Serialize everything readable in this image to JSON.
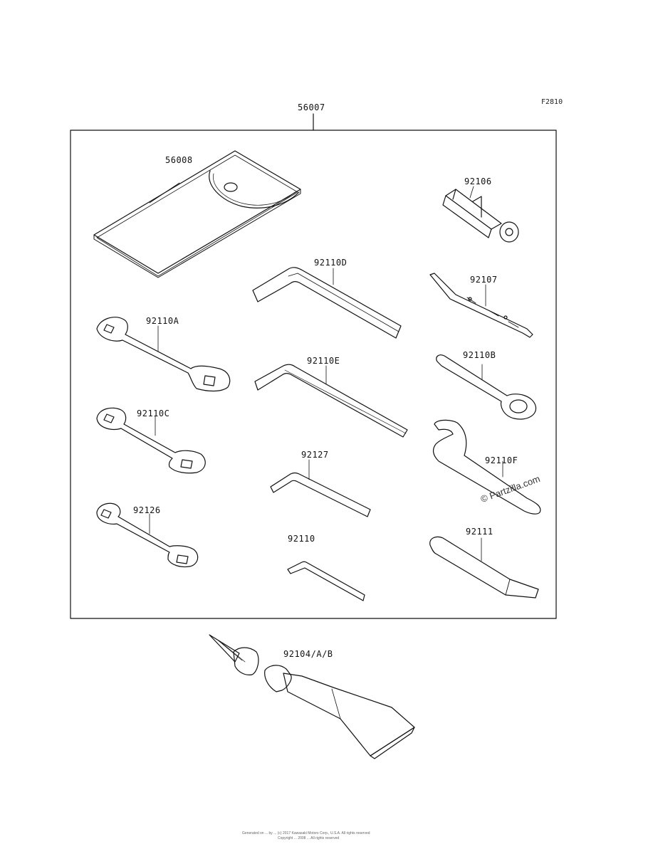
{
  "figure_code": "F2810",
  "labels": {
    "kit": "56007",
    "pouch": "56008",
    "p92106": "92106",
    "p92110D": "92110D",
    "p92107": "92107",
    "p92110A": "92110A",
    "p92110E": "92110E",
    "p92110B": "92110B",
    "p92110C": "92110C",
    "p92127": "92127",
    "p92110F": "92110F",
    "p92126": "92126",
    "p92110": "92110",
    "p92111": "92111",
    "p92104": "92104/A/B"
  },
  "watermark": "© Partzilla.com",
  "footer": {
    "line1": "Generated on ... by ... (c) 2017 Kawasaki Motors Corp., U.S.A. All rights reserved",
    "line2": "Copyright ... 2008 ... All rights reserved"
  }
}
